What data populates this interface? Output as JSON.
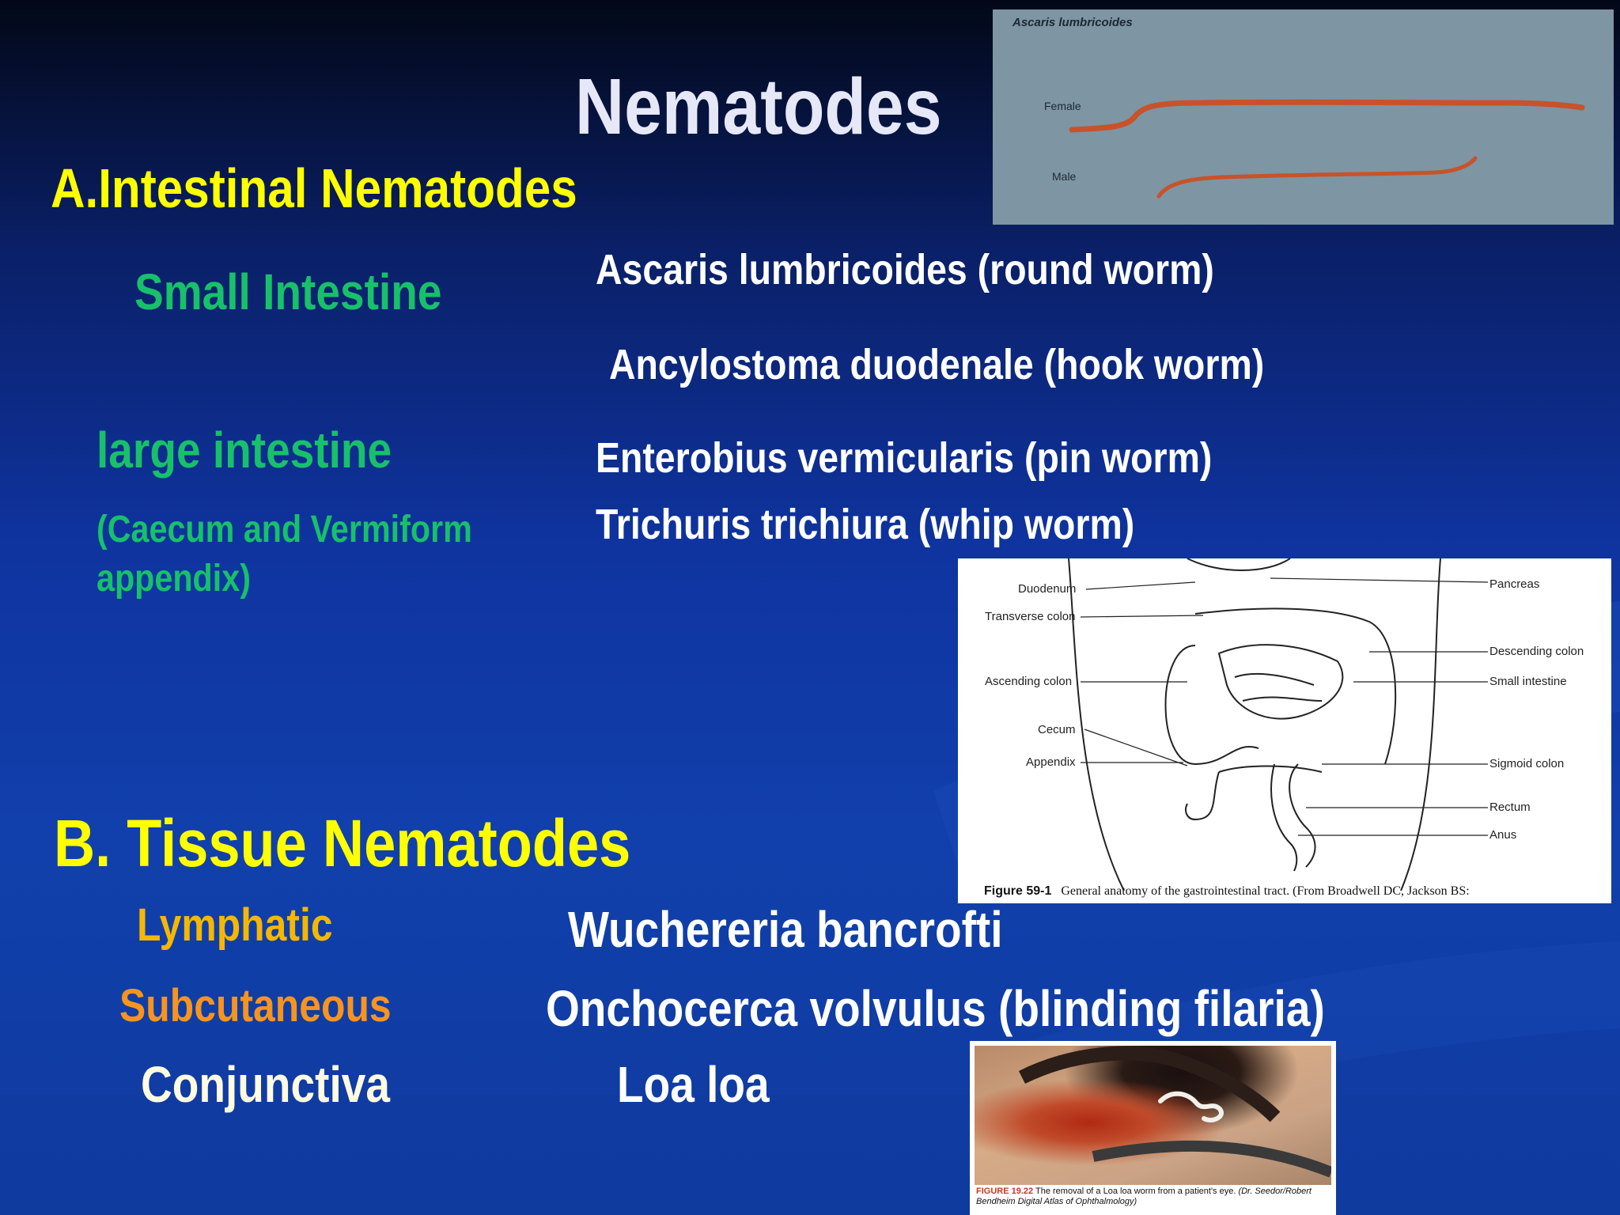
{
  "title": "Nematodes",
  "section_a": {
    "heading": "A.Intestinal Nematodes",
    "small_intestine_label": "Small Intestine",
    "large_intestine_label": "large intestine",
    "large_intestine_note_1": "(Caecum and Vermiform",
    "large_intestine_note_2": "appendix)",
    "species": [
      "Ascaris lumbricoides (round worm)",
      "Ancylostoma duodenale (hook worm)",
      "Enterobius vermicularis (pin worm)",
      "Trichuris trichiura (whip worm)"
    ]
  },
  "section_b": {
    "heading": "B.  Tissue Nematodes",
    "rows": [
      {
        "site": "Lymphatic",
        "species": "Wuchereria bancrofti"
      },
      {
        "site": "Subcutaneous",
        "species": "Onchocerca volvulus (blinding filaria)"
      },
      {
        "site": "Conjunctiva",
        "species": "Loa loa"
      }
    ]
  },
  "images": {
    "worms": {
      "caption": "Ascaris lumbricoides",
      "female_label": "Female",
      "male_label": "Male"
    },
    "gi_tract": {
      "labels_left": [
        "Duodenum",
        "Transverse colon",
        "Ascending colon",
        "Cecum",
        "Appendix"
      ],
      "labels_right": [
        "Pancreas",
        "Descending colon",
        "Small intestine",
        "Sigmoid colon",
        "Rectum",
        "Anus"
      ],
      "figure_number": "Figure 59-1",
      "figure_caption": "General anatomy of the gastrointestinal tract.  (From Broadwell DC, Jackson BS:"
    },
    "eye": {
      "figure_label": "FIGURE 19.22",
      "caption": "The removal of a Loa loa worm from a patient's eye.",
      "credit": "(Dr. Seedor/Robert Bendheim Digital Atlas of Ophthalmology)"
    }
  },
  "colors": {
    "heading": "#ffff00",
    "site_green": "#18c06a",
    "lymphatic": "#f5b700",
    "subcutaneous": "#f7941d",
    "conjunctiva": "#fffbe0",
    "species": "#ffffff"
  }
}
